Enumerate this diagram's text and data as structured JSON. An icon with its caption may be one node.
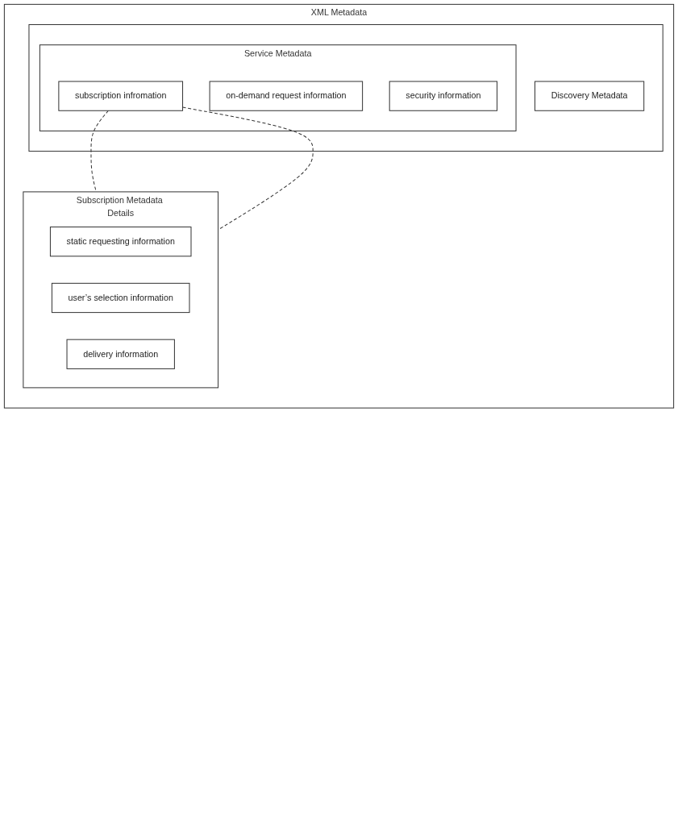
{
  "diagram": {
    "nodes": [
      {
        "text": [
          "XML Metadata"
        ]
      },
      {
        "text": [],
        "shape": "box",
        "in": 0
      },
      {
        "text": [
          "Discovery Metadata"
        ],
        "in": 1
      },
      {
        "text": [
          "Service Metadata"
        ],
        "in": 1
      },
      {
        "text": [
          "on-demand request information"
        ],
        "in": 3
      },
      {
        "text": [
          "subscription infromation"
        ],
        "in": 3
      },
      {
        "text": [
          "security information"
        ],
        "in": 3
      },
      {
        "text": [
          "Subscription Metadata Details"
        ],
        "in": 0
      },
      {
        "text": [
          "static requesting information"
        ],
        "in": 7
      },
      {
        "text": [
          "user’s selection information"
        ],
        "in": 7
      },
      {
        "text": [
          "delivery information"
        ],
        "in": 7
      }
    ],
    "edges": [
      {
        "from": 5,
        "to": 7,
        "arrow": "none",
        "style": "dashed"
      },
      {
        "from": 5,
        "to": 7,
        "arrow": "none",
        "style": "dashed"
      }
    ]
  }
}
